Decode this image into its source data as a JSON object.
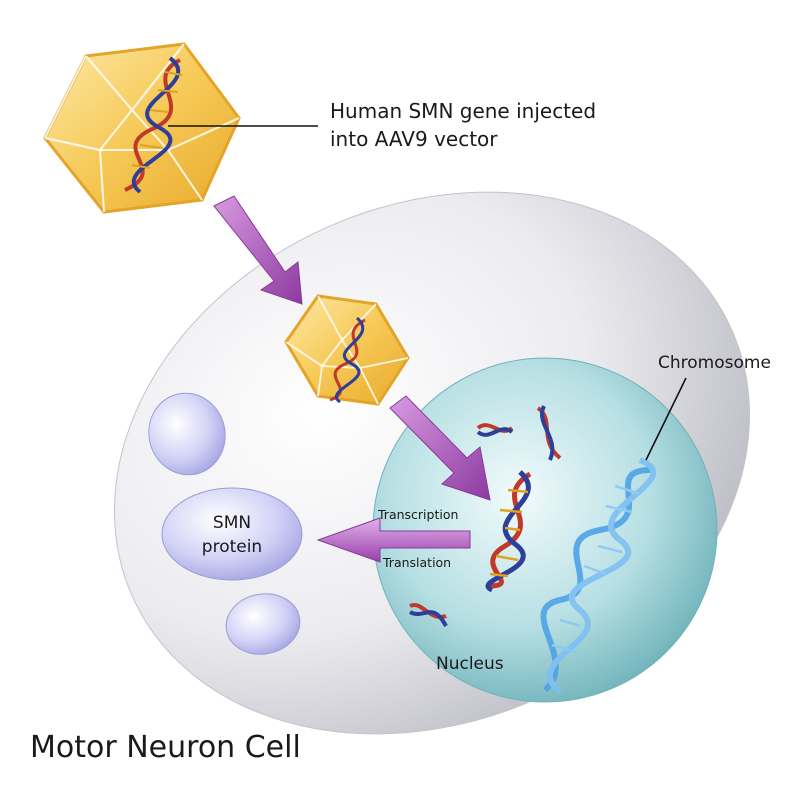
{
  "labels": {
    "aav_line1": "Human SMN gene injected",
    "aav_line2": "into AAV9 vector",
    "chromosome": "Chromosome",
    "transcription": "Transcription",
    "translation": "Translation",
    "smn_line1": "SMN",
    "smn_line2": "protein",
    "nucleus": "Nucleus",
    "cell": "Motor Neuron Cell"
  },
  "colors": {
    "capsid": "#f2b83a",
    "arrow": "#a04ab0",
    "cell": "#e9e9ee",
    "nucleus": "#7fc3c8",
    "protein_blob": "#c8c8f2",
    "chromosome": "#5aa8e6"
  }
}
